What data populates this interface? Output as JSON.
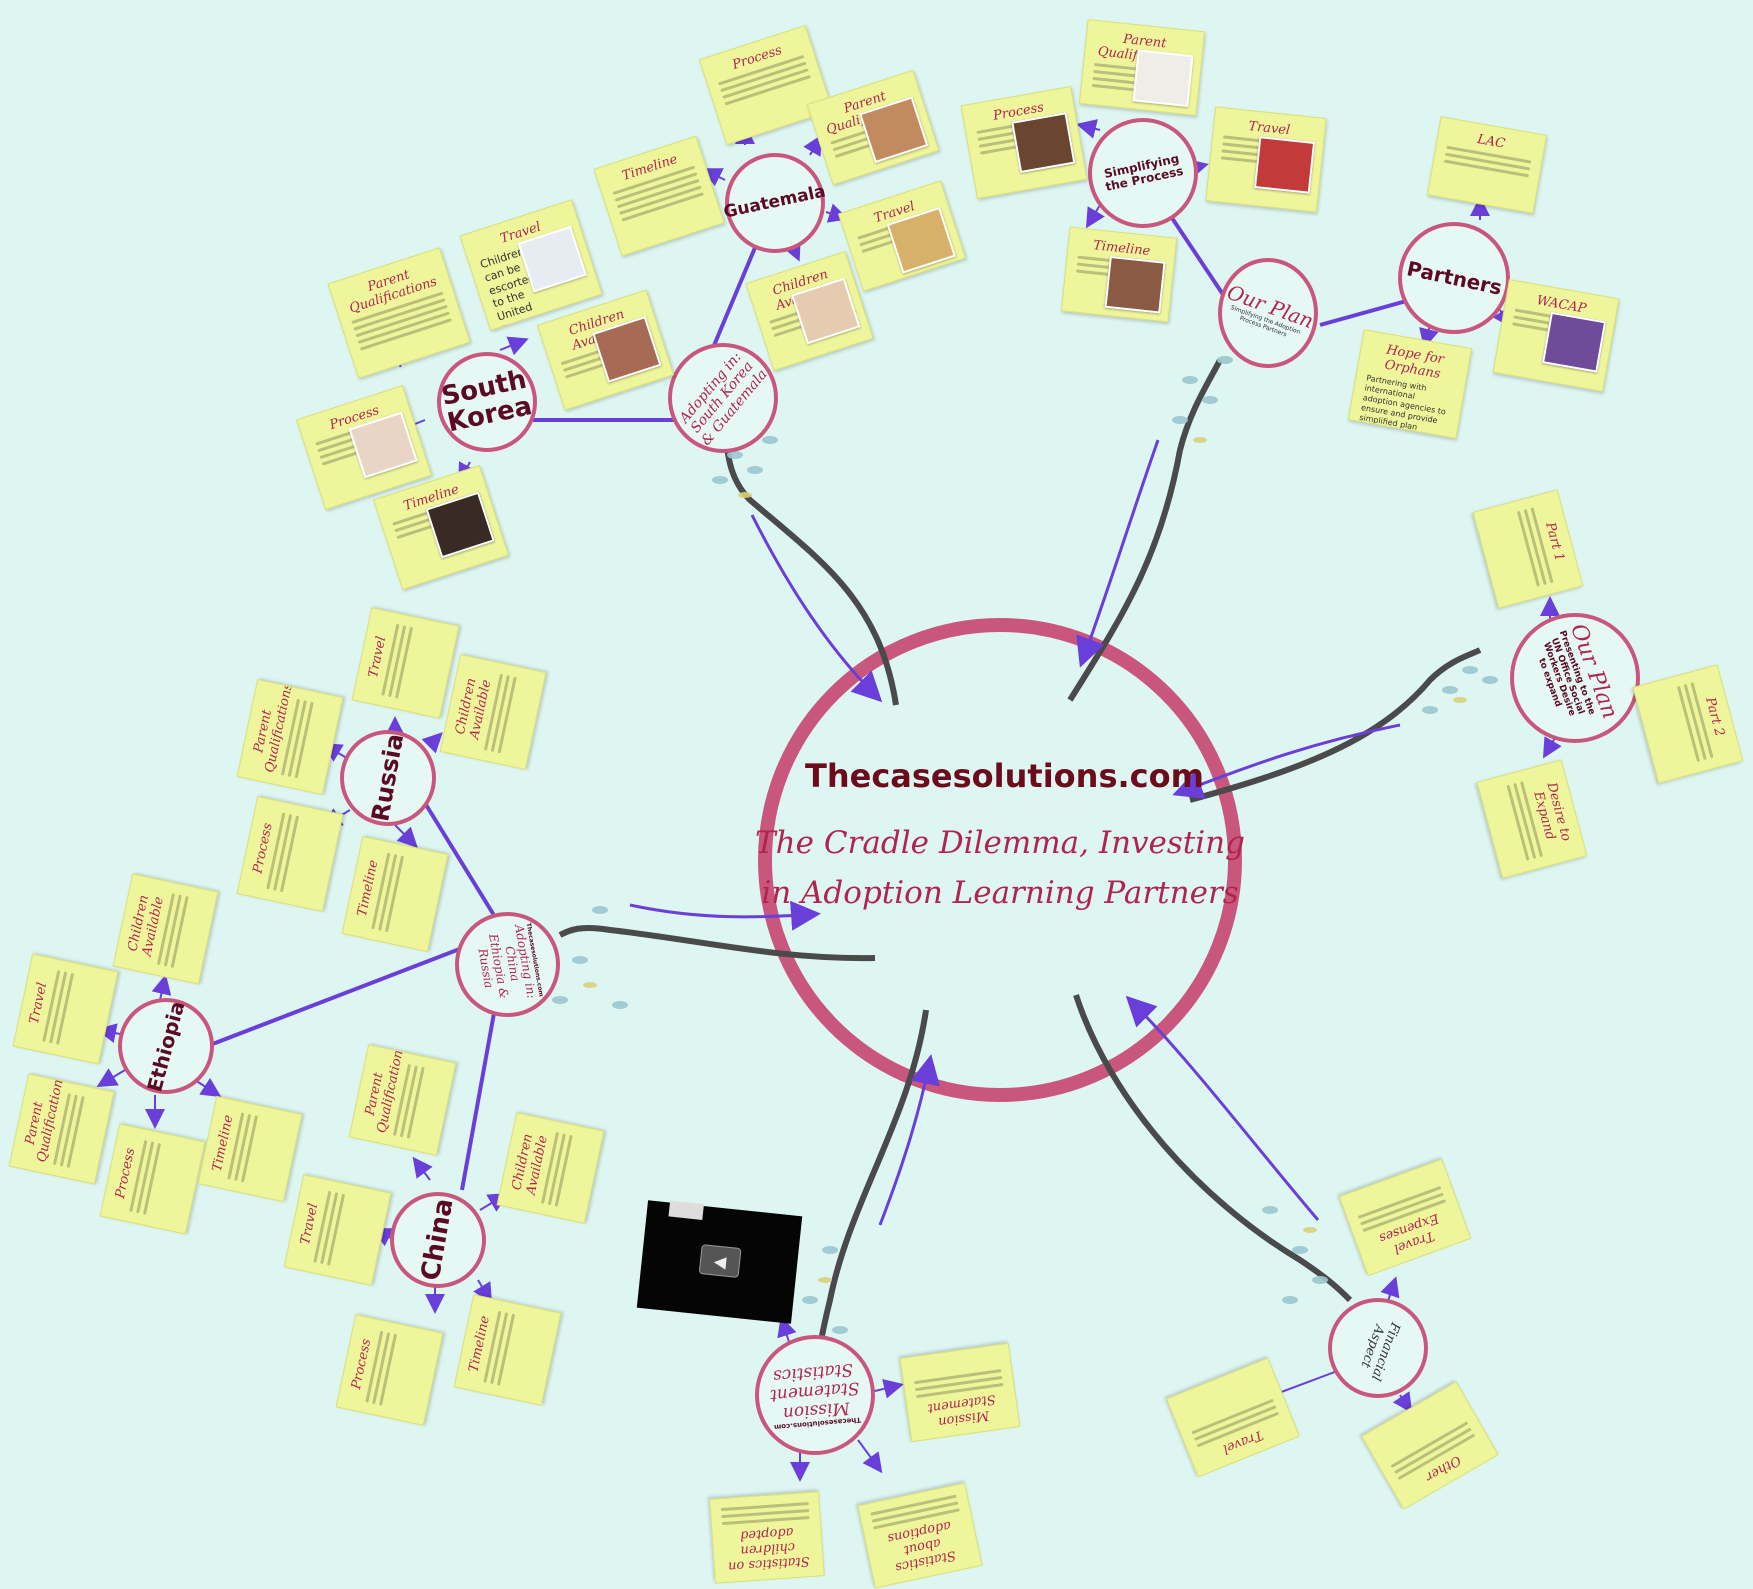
{
  "center": {
    "title": "Thecasesolutions.com",
    "subtitle": "The Cradle Dilemma, Investing in Adoption Learning Partners"
  },
  "hubs": {
    "korea_guatemala": "Adopting in: South Korea & Guatemala",
    "plan_top": "Our Plan",
    "plan_top_sub": "Simplifying the Adoption Process Partners",
    "plan_right": "Our Plan",
    "plan_right_sub": "Presenting to the UN Office Social Workers Desire to expand",
    "china_group": "Adopting in: China Ethiopia & Russia",
    "china_group_small": "Thecasesolutions.com",
    "mission": "Mission Statement Statistics",
    "mission_small": "Thecasesolutions.com",
    "financial": "Financial Aspect"
  },
  "nodes": {
    "south_korea": "South Korea",
    "guatemala": "Guatemala",
    "simplifying": "Simplifying the Process",
    "partners": "Partners",
    "russia": "Russia",
    "ethiopia": "Ethiopia",
    "china": "China"
  },
  "cards": {
    "sk_parent": "Parent Qualifications",
    "sk_travel": "Travel",
    "sk_travel_text": "Children can be escorted to the United States or a four day trip to South Korea",
    "sk_children": "Children Available",
    "sk_process": "Process",
    "sk_timeline": "Timeline",
    "gt_timeline": "Timeline",
    "gt_process": "Process",
    "gt_parent": "Parent Qualifications",
    "gt_travel": "Travel",
    "gt_children": "Children Available",
    "sp_parent": "Parent Qualifications",
    "sp_process": "Process",
    "sp_travel": "Travel",
    "sp_timeline": "Timeline",
    "pt_lac": "LAC",
    "pt_wacap": "WACAP",
    "pt_hope": "Hope for Orphans",
    "pt_hope_text": "Partnering with international adoption agencies to ensure and provide simplified plan",
    "pr_part1": "Part 1",
    "pr_part2": "Part 2",
    "pr_desire": "Desire to Expand",
    "ru_travel": "Travel",
    "ru_children": "Children Available",
    "ru_parent": "Parent Qualifications",
    "ru_process": "Process",
    "ru_timeline": "Timeline",
    "et_children": "Children Available",
    "et_travel": "Travel",
    "et_parent": "Parent Qualifications",
    "et_process": "Process",
    "et_timeline": "Timeline",
    "ch_parent": "Parent Qualifications",
    "ch_children": "Children Available",
    "ch_travel": "Travel",
    "ch_process": "Process",
    "ch_timeline": "Timeline",
    "ms_statement": "Mission Statement",
    "ms_stats1": "Statistics on children adopted",
    "ms_stats2": "Statistics about adoptions",
    "fn_travel_exp": "Travel Expenses",
    "fn_travel": "Travel",
    "fn_other": "Other"
  },
  "colors": {
    "background": "#def6f2",
    "ring": "#c9577d",
    "arrow": "#6a3fd9",
    "card": "#eef59a",
    "branch": "#4a4a4a"
  }
}
